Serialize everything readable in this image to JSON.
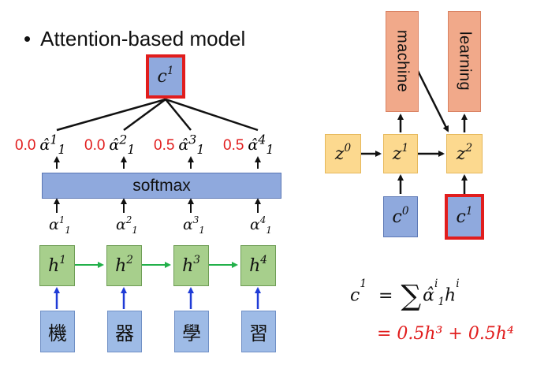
{
  "title": "Attention-based model",
  "context": {
    "label": "c",
    "sup": "1"
  },
  "weights": [
    {
      "value": "0.0",
      "sup": "1"
    },
    {
      "value": "0.0",
      "sup": "2"
    },
    {
      "value": "0.5",
      "sup": "3"
    },
    {
      "value": "0.5",
      "sup": "4"
    }
  ],
  "softmax_label": "softmax",
  "alphas": [
    {
      "sup": "1"
    },
    {
      "sup": "2"
    },
    {
      "sup": "3"
    },
    {
      "sup": "4"
    }
  ],
  "hidden": [
    {
      "sup": "1"
    },
    {
      "sup": "2"
    },
    {
      "sup": "3"
    },
    {
      "sup": "4"
    }
  ],
  "inputs": [
    "機",
    "器",
    "學",
    "習"
  ],
  "decoder": {
    "z": [
      {
        "sup": "0"
      },
      {
        "sup": "1"
      },
      {
        "sup": "2"
      }
    ],
    "c": [
      {
        "sup": "0"
      },
      {
        "sup": "1"
      }
    ],
    "outputs": [
      "machine",
      "learning"
    ]
  },
  "formula": {
    "line1_lhs": "c",
    "line1_lhs_sup": "1",
    "line1_eq": "=",
    "sum": "∑",
    "line1_term": "α̂",
    "line1_term_sup": "i",
    "line1_term_sub": "1",
    "line1_h": "h",
    "line1_h_sup": "i",
    "line2": "= 0.5h³ + 0.5h⁴"
  },
  "colors": {
    "highlight": "#e11d1d",
    "blue_box": "#8fa9dd",
    "green_box": "#a7cf8c",
    "yellow_box": "#fcd98f",
    "orange_box": "#f1a98a",
    "green_arrow": "#22b04a",
    "input_arrow": "#1f3bd6"
  }
}
